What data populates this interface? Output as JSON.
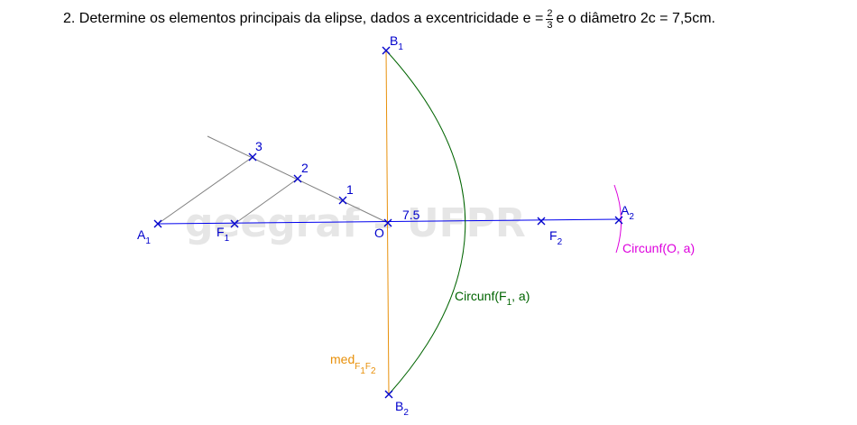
{
  "problem": {
    "before_fraction": "2. Determine os elementos principais da elipse, dados a excentricidade e =",
    "fraction_numerator": "2",
    "fraction_denominator": "3",
    "after_fraction": "e o diâmetro 2c = 7,5cm."
  },
  "watermark": "geegraf – UFPR",
  "points": {
    "A1": {
      "main": "A",
      "sub": "1"
    },
    "A2": {
      "main": "A",
      "sub": "2"
    },
    "B1": {
      "main": "B",
      "sub": "1"
    },
    "B2": {
      "main": "B",
      "sub": "2"
    },
    "F1": {
      "main": "F",
      "sub": "1"
    },
    "F2": {
      "main": "F",
      "sub": "2"
    },
    "O": {
      "main": "O"
    },
    "div1": {
      "main": "1"
    },
    "div2": {
      "main": "2"
    },
    "div3": {
      "main": "3"
    }
  },
  "measure_label": "7.5",
  "curve_labels": {
    "circ_f1": {
      "prefix": "Circunf(F",
      "sub": "1",
      "suffix": ", a)"
    },
    "circ_o": "Circunf(O, a)",
    "mediatrix": {
      "main": "med",
      "sub1": "F",
      "sub2": "1",
      "sub3": "F",
      "sub4": "2"
    }
  },
  "colors": {
    "axis": "#0000ee",
    "construction": "#808080",
    "mediatrix": "#e8900a",
    "circle_f1": "#006400",
    "circle_o": "#dd00dd",
    "marker": "#0000cc"
  }
}
